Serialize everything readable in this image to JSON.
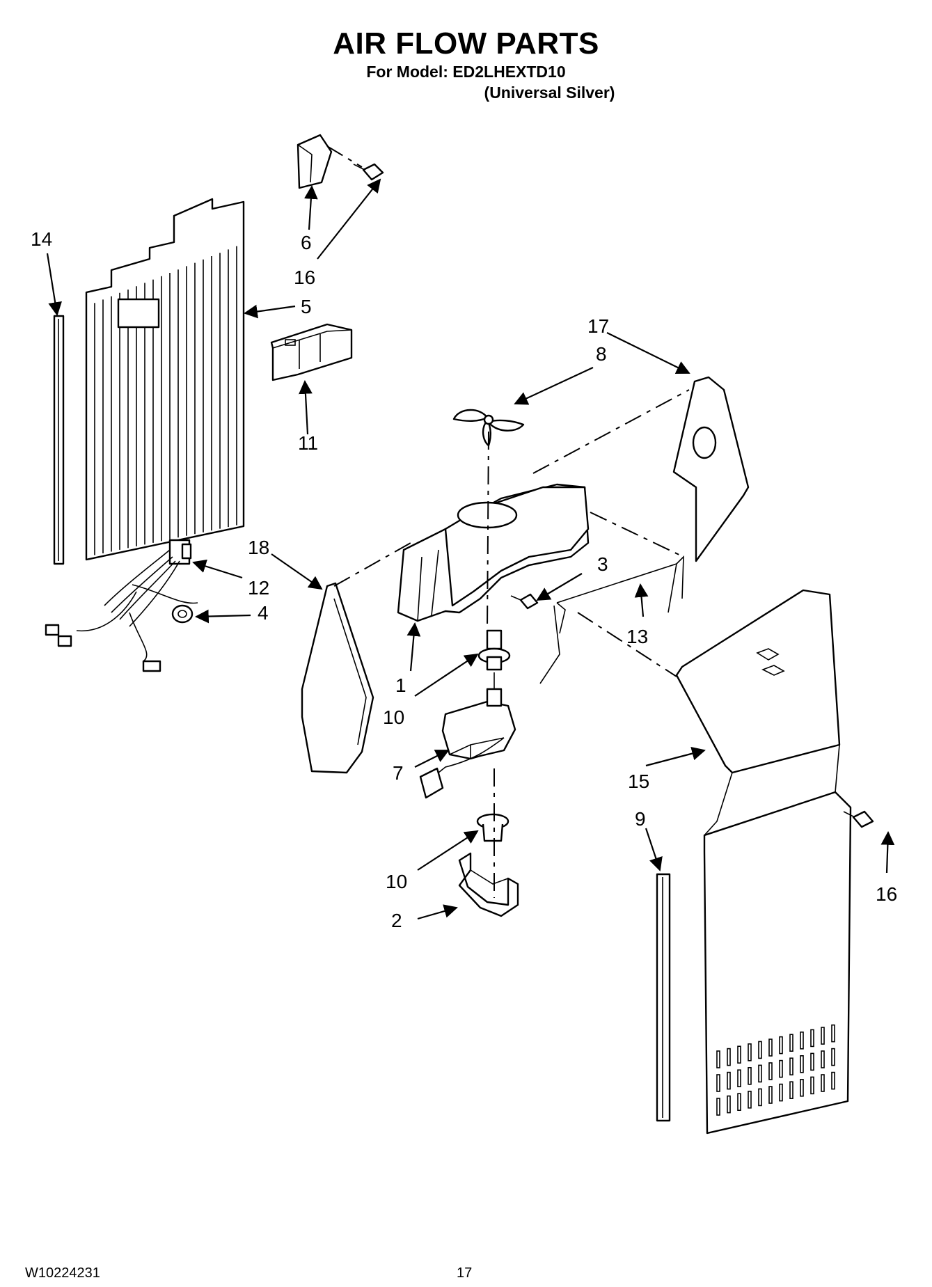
{
  "header": {
    "title": "AIR FLOW PARTS",
    "model_line": "For Model: ED2LHEXTD10",
    "color_line": "(Universal Silver)"
  },
  "callouts": {
    "c1": "1",
    "c2": "2",
    "c3": "3",
    "c4": "4",
    "c5": "5",
    "c6": "6",
    "c7": "7",
    "c8": "8",
    "c9": "9",
    "c10a": "10",
    "c10b": "10",
    "c11": "11",
    "c12": "12",
    "c13": "13",
    "c14": "14",
    "c15": "15",
    "c16a": "16",
    "c16b": "16",
    "c17": "17",
    "c18": "18"
  },
  "footer": {
    "doc_number": "W10224231",
    "page_number": "17"
  }
}
